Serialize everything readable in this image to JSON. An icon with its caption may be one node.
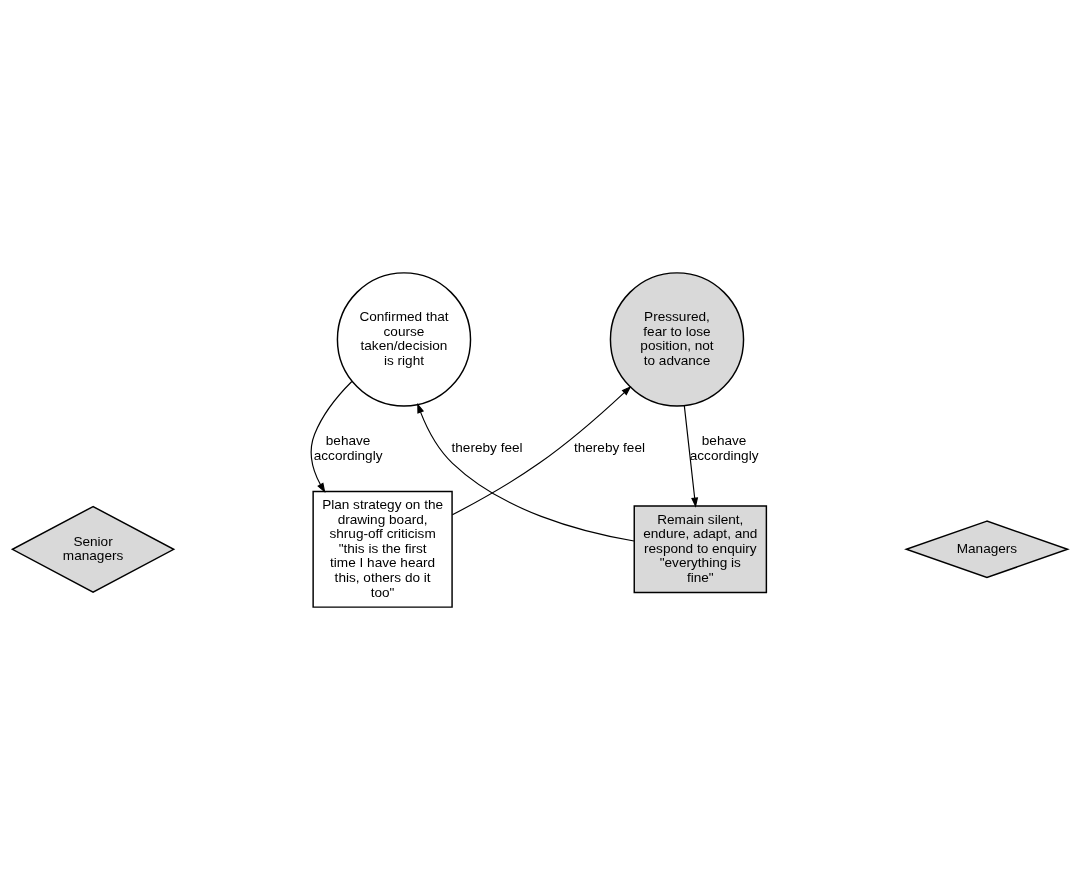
{
  "diagram": {
    "nodes": [
      {
        "text": [
          "Senior managers"
        ]
      },
      {
        "text": [
          "Plan strategy on the drawing board, shrug-off criticism \"this is the first time I have heard this, others do it too\""
        ]
      },
      {
        "text": [
          "Pressured, fear to lose position, not to advance"
        ]
      },
      {
        "text": [
          "Remain silent, endure, adapt, and respond to enquiry \"everything is fine\""
        ]
      },
      {
        "text": [
          "Confirmed that course taken/decision is right"
        ]
      },
      {
        "text": [
          "Managers"
        ]
      }
    ],
    "edges": [
      {
        "from": 4,
        "to": 1,
        "arrow": "to",
        "label": "behave accordingly"
      },
      {
        "from": 1,
        "to": 2,
        "arrow": "to",
        "label": "thereby feel"
      },
      {
        "from": 2,
        "to": 3,
        "arrow": "to",
        "label": "behave accordingly"
      },
      {
        "from": 3,
        "to": 4,
        "arrow": "to",
        "label": "thereby feel"
      }
    ]
  }
}
